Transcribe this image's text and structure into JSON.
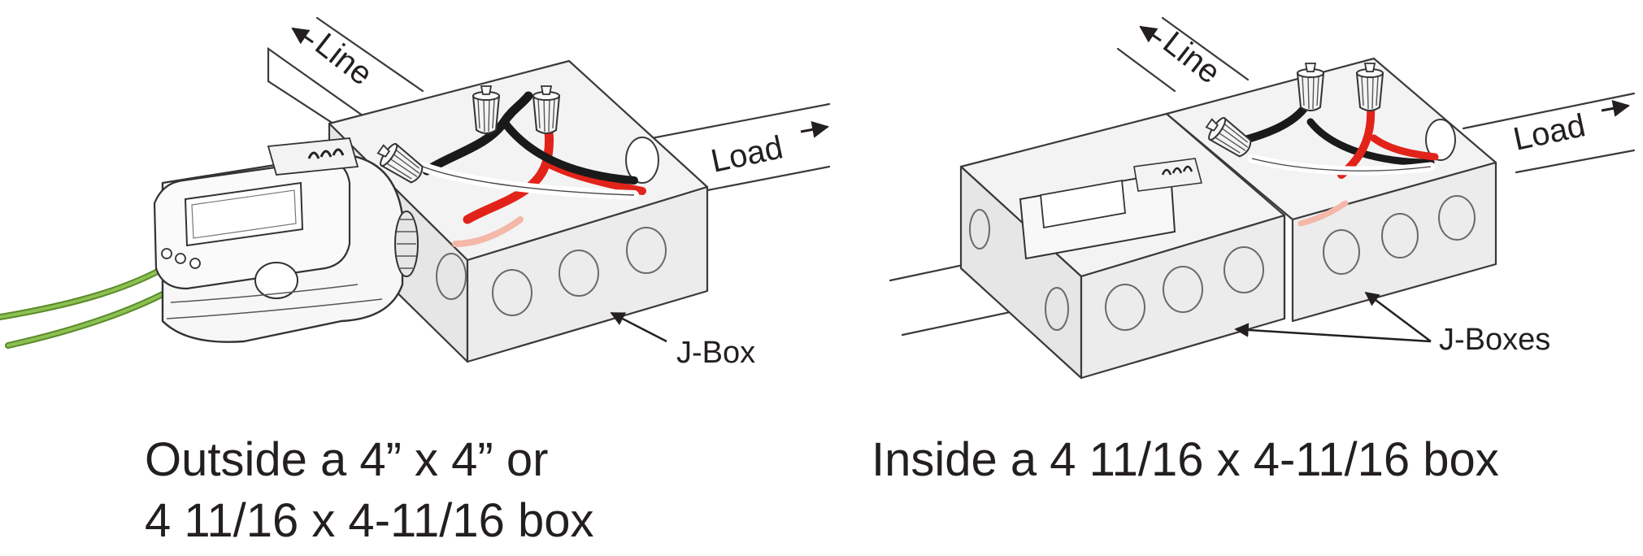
{
  "panels": [
    {
      "line_label": "Line",
      "load_label": "Load",
      "callout_label": "J-Box",
      "caption_lines": [
        "Outside a 4” x 4” or",
        "4 11/16 x 4-11/16 box"
      ]
    },
    {
      "line_label": "Line",
      "load_label": "Load",
      "callout_label": "J-Boxes",
      "caption_lines": [
        "Inside a 4 11/16 x 4-11/16 box"
      ]
    }
  ],
  "colors": {
    "box_fill": "#e9e9ea",
    "box_top": "#f2f2f3",
    "wire_red": "#e2231a",
    "wire_black": "#1a1a1a",
    "wire_white": "#ffffff",
    "lead_green": "#7cb342",
    "outline": "#3a3a3a"
  },
  "icons": [
    "wire-nut-icon",
    "arrow-left-icon",
    "arrow-right-icon"
  ]
}
